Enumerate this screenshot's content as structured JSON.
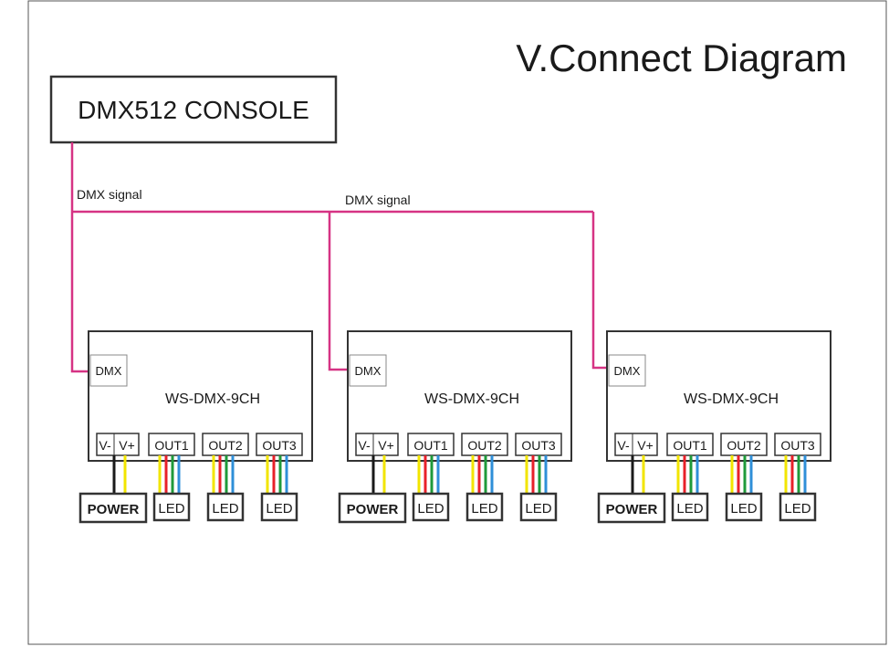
{
  "title": "V.Connect Diagram",
  "console": {
    "label": "DMX512 CONSOLE"
  },
  "signal_labels": [
    "DMX  signal",
    "DMX  signal"
  ],
  "controllers": [
    {
      "model": "WS-DMX-9CH",
      "dmx_port": "DMX",
      "terminals": {
        "vminus": "V-",
        "vplus": "V+",
        "out1": "OUT1",
        "out2": "OUT2",
        "out3": "OUT3"
      },
      "power": "POWER",
      "leds": [
        "LED",
        "LED",
        "LED"
      ]
    },
    {
      "model": "WS-DMX-9CH",
      "dmx_port": "DMX",
      "terminals": {
        "vminus": "V-",
        "vplus": "V+",
        "out1": "OUT1",
        "out2": "OUT2",
        "out3": "OUT3"
      },
      "power": "POWER",
      "leds": [
        "LED",
        "LED",
        "LED"
      ]
    },
    {
      "model": "WS-DMX-9CH",
      "dmx_port": "DMX",
      "terminals": {
        "vminus": "V-",
        "vplus": "V+",
        "out1": "OUT1",
        "out2": "OUT2",
        "out3": "OUT3"
      },
      "power": "POWER",
      "leds": [
        "LED",
        "LED",
        "LED"
      ]
    }
  ],
  "colors": {
    "dmx_line": "#d63384",
    "border": "#333333",
    "wire_black": "#1a1a1a",
    "wire_yellow": "#f2e500",
    "wire_red": "#e8202a",
    "wire_green": "#1f9a3a",
    "wire_blue": "#2f8fd8"
  }
}
